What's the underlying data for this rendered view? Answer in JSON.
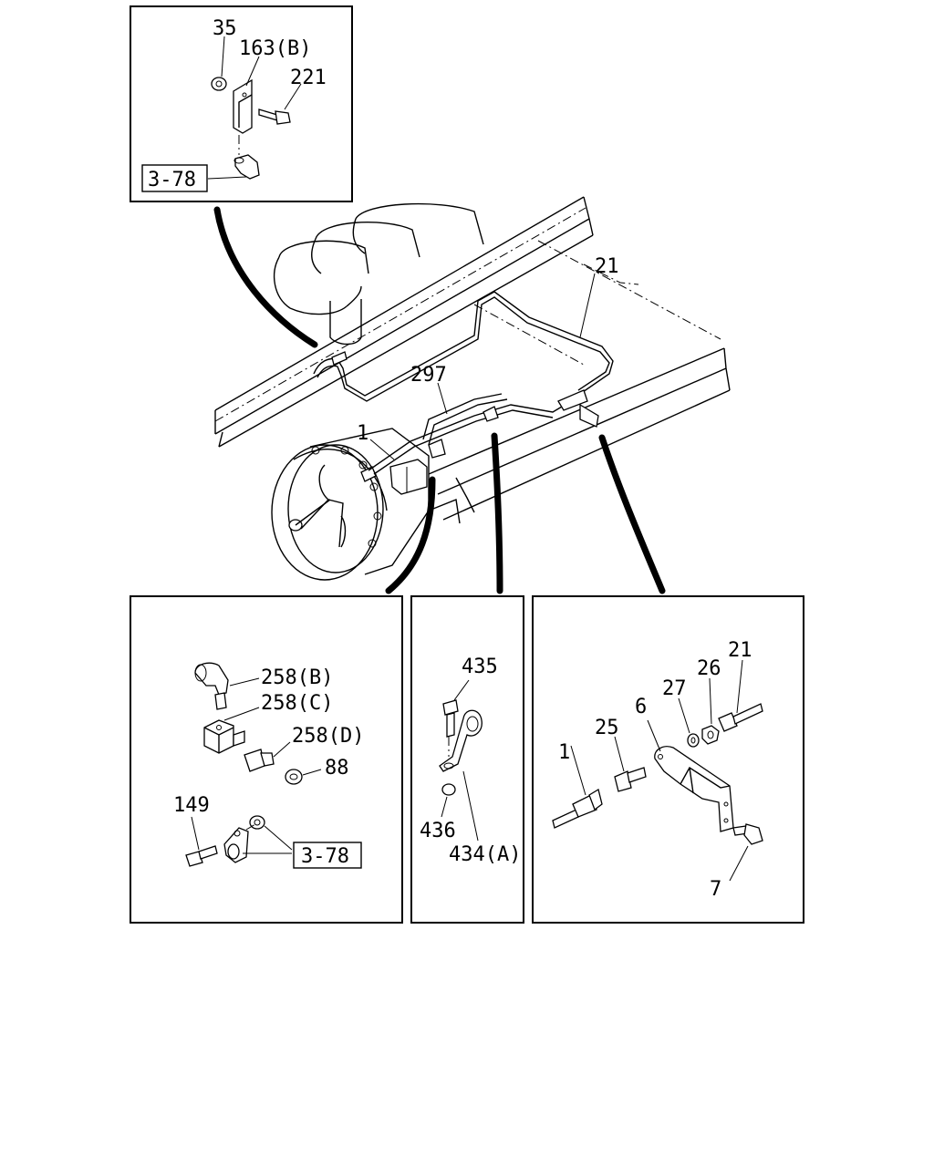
{
  "callouts": {
    "top_left": {
      "c35": "35",
      "c163b": "163(B)",
      "c221": "221",
      "ref": "3-78"
    },
    "main": {
      "c21": "21",
      "c297": "297",
      "c1": "1"
    },
    "bottom_left": {
      "c258b": "258(B)",
      "c258c": "258(C)",
      "c258d": "258(D)",
      "c88": "88",
      "c149": "149",
      "ref": "3-78"
    },
    "bottom_middle": {
      "c435": "435",
      "c436": "436",
      "c434a": "434(A)"
    },
    "bottom_right": {
      "c21": "21",
      "c26": "26",
      "c27": "27",
      "c6": "6",
      "c25": "25",
      "c1": "1",
      "c7": "7"
    }
  }
}
